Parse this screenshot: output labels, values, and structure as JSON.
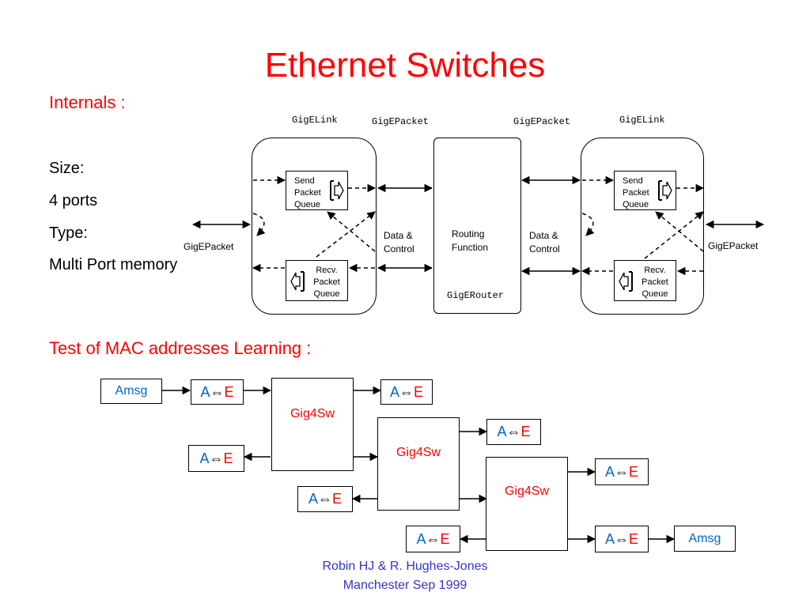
{
  "slide": {
    "title": "Ethernet Switches",
    "internals_heading": "Internals :",
    "specs": [
      "Size:",
      "4 ports",
      "Type:",
      "Multi Port memory"
    ],
    "learning_heading": "Test of MAC addresses Learning :",
    "credit_line1": "Robin HJ & R. Hughes-Jones",
    "credit_line2": "Manchester Sep 1999"
  },
  "internals": {
    "labels": {
      "gigelink_left": "GigELink",
      "gigepacket_top_left": "GigEPacket",
      "gigepacket_top_right": "GigEPacket",
      "gigelink_right": "GigELink",
      "gigepacket_side_left": "GigEPacket",
      "gigepacket_side_right": "GigEPacket",
      "data_control_left_1": "Data &",
      "data_control_left_2": "Control",
      "data_control_right_1": "Data &",
      "data_control_right_2": "Control",
      "routing_1": "Routing",
      "routing_2": "Function",
      "router_name": "GigERouter"
    },
    "queues": {
      "send_1": "Send",
      "send_2": "Packet",
      "send_3": "Queue",
      "recv_1": "Recv.",
      "recv_2": "Packet",
      "recv_3": "Queue"
    }
  },
  "learning": {
    "amsg": "Amsg",
    "mac_a": "A",
    "mac_e": "E",
    "switch_label": "Gig4Sw"
  },
  "colors": {
    "title": "#ff0000",
    "mac_a": "#0066cc",
    "mac_e": "#ff0000",
    "credit": "#3333cc"
  }
}
